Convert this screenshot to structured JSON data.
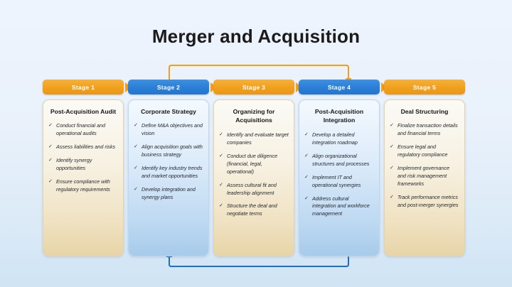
{
  "diagram": {
    "title": "Merger and Acquisition",
    "colors": {
      "orange": "#f0a01c",
      "blue": "#2a7ed6",
      "background": "#e9f1fb",
      "text": "#1b1b1b"
    },
    "bullet_icon": "check-icon",
    "bullet_glyph": "✓",
    "stages": [
      {
        "stage_label": "Stage 1",
        "accent": "orange",
        "title": "Post-Acquisition Audit",
        "items": [
          "Conduct financial and operational audits",
          "Assess liabilities and risks",
          "Identify synergy opportunities",
          "Ensure compliance with regulatory requirements"
        ]
      },
      {
        "stage_label": "Stage 2",
        "accent": "blue",
        "title": "Corporate Strategy",
        "items": [
          "Define M&A objectives and vision",
          "Align acquisition goals with business strategy",
          "Identify key industry trends and market opportunities",
          "Develop integration and synergy plans"
        ]
      },
      {
        "stage_label": "Stage 3",
        "accent": "orange",
        "title": "Organizing for Acquisitions",
        "items": [
          "Identify and evaluate target companies",
          "Conduct due diligence (financial, legal, operational)",
          "Assess cultural fit and leadership alignment",
          "Structure the deal and negotiate terms"
        ]
      },
      {
        "stage_label": "Stage 4",
        "accent": "blue",
        "title": "Post-Acquisition Integration",
        "items": [
          "Develop a detailed integration roadmap",
          "Align organizational structures and processes",
          "Implement IT and operational synergies",
          "Address cultural integration and workforce management"
        ]
      },
      {
        "stage_label": "Stage 5",
        "accent": "orange",
        "title": "Deal Structuring",
        "items": [
          "Finalize transaction details and financial terms",
          "Ensure legal and regulatory compliance",
          "Implement governance and risk management frameworks",
          "Track performance metrics and post-merger synergies"
        ]
      }
    ],
    "connectors": [
      {
        "name": "top-feedback-arrow",
        "from": "Stage 2",
        "to": "Stage 4",
        "color": "#f0a01c"
      },
      {
        "name": "bottom-feedback-arrow",
        "from": "Stage 4",
        "to": "Stage 2",
        "color": "#1f6fc0"
      }
    ]
  }
}
